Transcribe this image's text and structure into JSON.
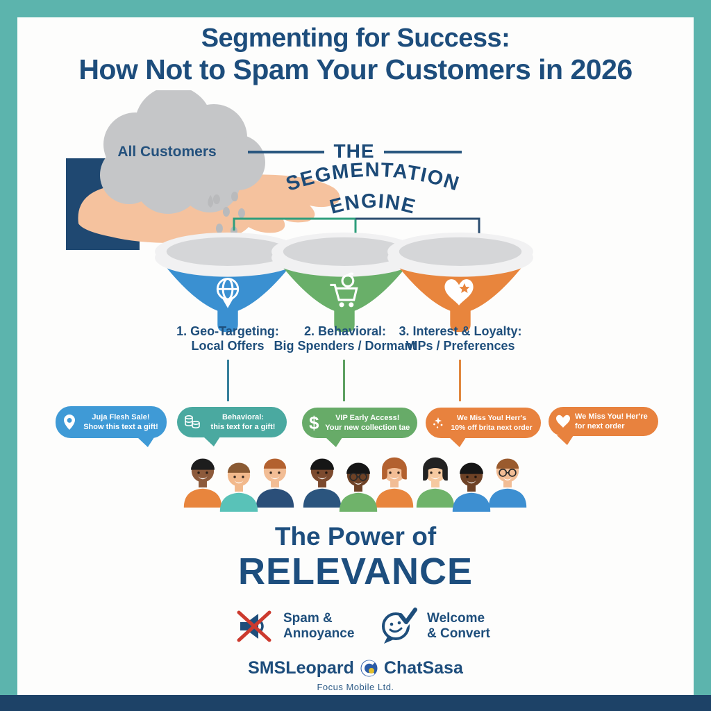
{
  "frame": {
    "border_color": "#5cb4ad",
    "bottom_bar_color": "#1d4267",
    "background": "#fdfdfc"
  },
  "title": {
    "line1": "Segmenting for Success:",
    "line2": "How Not to Spam Your Customers in 2026",
    "color": "#1d4d7c"
  },
  "all_customers": {
    "cloud_label": "All Customers"
  },
  "engine_heading": {
    "word1": "THE",
    "word2": "SEGMENTATION",
    "word3": "ENGINE"
  },
  "funnels": [
    {
      "icon": "globe-pin-icon",
      "color": "#3a90d1",
      "label_line1": "1. Geo-Targeting:",
      "label_line2": "Local Offers"
    },
    {
      "icon": "shopping-cart-icon",
      "color": "#69af69",
      "label_line1": "2. Behavioral:",
      "label_line2": "Big Spenders / Dormant"
    },
    {
      "icon": "heart-star-icon",
      "color": "#e8853d",
      "label_line1": "3. Interest & Loyalty:",
      "label_line2": "VIPs / Preferences"
    }
  ],
  "messages": [
    {
      "icon": "location-pin-icon",
      "color": "#3f9ad6",
      "line1": "Juja Flesh Sale!",
      "line2": "Show this text a gift!"
    },
    {
      "icon": "coins-icon",
      "color": "#4aa9a0",
      "line1": "Behavioral:",
      "line2": "this text for a gift!"
    },
    {
      "icon": "dollar-sign-icon",
      "color": "#67ab68",
      "line1": "VIP Early Access!",
      "line2": "Your new collection tae"
    },
    {
      "icon": "sparkles-icon",
      "color": "#e8823e",
      "line1": "We Miss You! Herr's",
      "line2": "10% off brita next order"
    },
    {
      "icon": "heart-icon",
      "color": "#e8823e",
      "line1": "We Miss You! Her're",
      "line2": "for next order"
    }
  ],
  "outcome": {
    "line1": "The Power of",
    "line2": "RELEVANCE"
  },
  "comparison": {
    "negative": {
      "icon": "muted-megaphone-icon",
      "line1": "Spam &",
      "line2": "Annoyance"
    },
    "positive": {
      "icon": "chat-smile-check-icon",
      "line1": "Welcome",
      "line2": "& Convert"
    }
  },
  "footer": {
    "brand_left": "SMSLeopard",
    "brand_right": "ChatSasa",
    "company": "Focus Mobile Ltd."
  }
}
